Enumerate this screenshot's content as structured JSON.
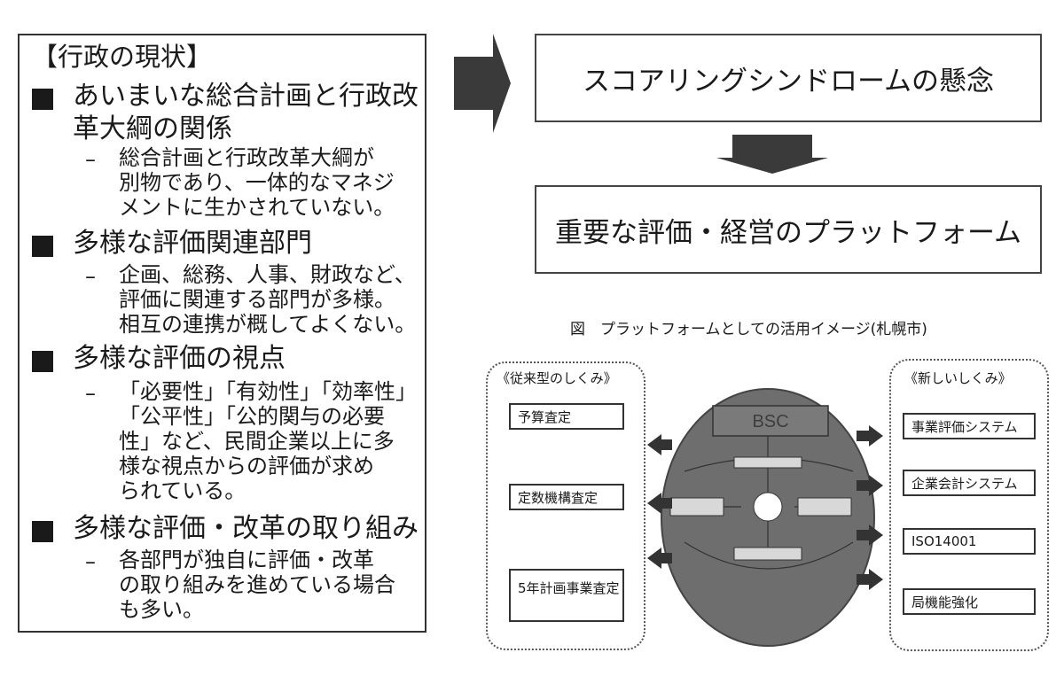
{
  "left_panel": {
    "title": "【行政の現状】",
    "sections": [
      {
        "heading": [
          "あいまいな総合計画と行政改",
          "革大綱の関係"
        ],
        "details": [
          "総合計画と行政改革大綱が",
          "別物であり、一体的なマネジ",
          "メントに生かされていない。"
        ]
      },
      {
        "heading": [
          "多様な評価関連部門"
        ],
        "details": [
          "企画、総務、人事、財政など、",
          "評価に関連する部門が多様。",
          "相互の連携が概してよくない。"
        ]
      },
      {
        "heading": [
          "多様な評価の視点"
        ],
        "details": [
          "「必要性」「有効性」「効率性」",
          "「公平性」「公的関与の必要",
          "性」など、民間企業以上に多",
          "様な視点からの評価が求め",
          "られている。"
        ]
      },
      {
        "heading": [
          "多様な評価・改革の取り組み"
        ],
        "details": [
          "各部門が独自に評価・改革",
          "の取り組みを進めている場合",
          "も多い。"
        ]
      }
    ],
    "dash": "–"
  },
  "right_panel": {
    "box1": "スコアリングシンドロームの懸念",
    "box2": "重要な評価・経営のプラットフォーム",
    "caption": "図　プラットフォームとしての活用イメージ(札幌市)",
    "old_system": {
      "title": "《従来型のしくみ》",
      "items": [
        "予算査定",
        "定数機構査定",
        "5年計画事業査定"
      ]
    },
    "new_system": {
      "title": "《新しいしくみ》",
      "items": [
        "事業評価システム",
        "企業会計システム",
        "ISO14001",
        "局機能強化"
      ]
    },
    "center_label": "BSC"
  },
  "colors": {
    "arrow": "#3a3a3a",
    "circle": "#6e6e6e",
    "border": "#333333"
  }
}
